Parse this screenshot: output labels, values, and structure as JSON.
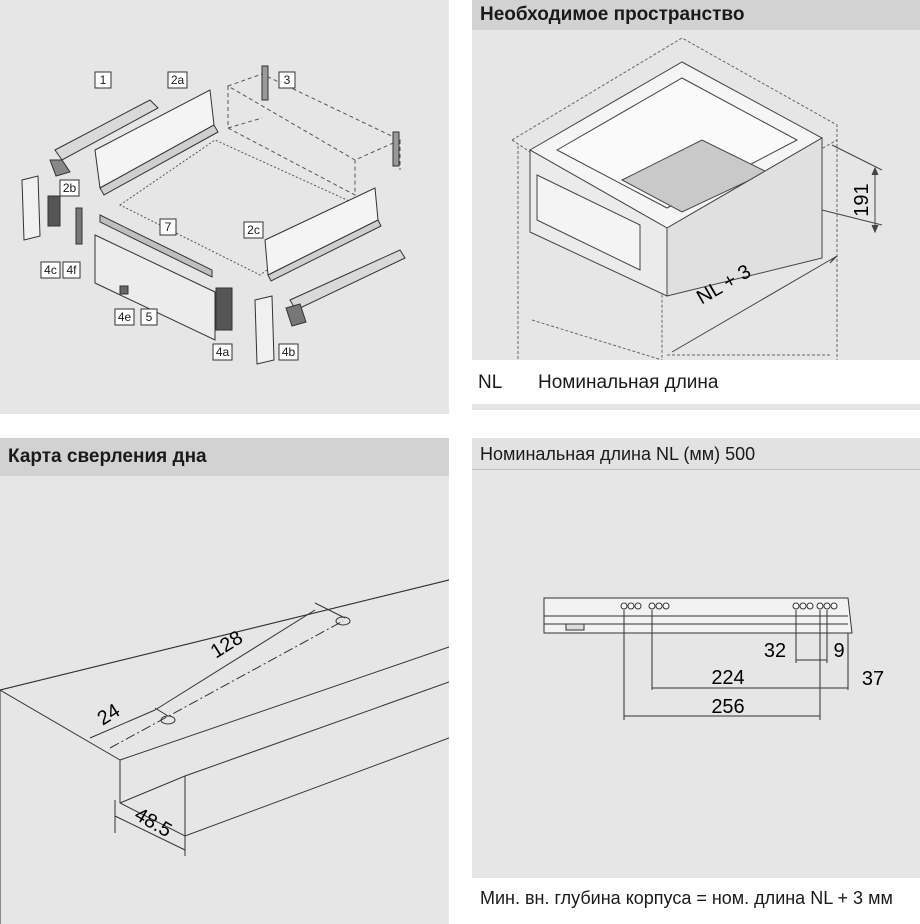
{
  "exploded_view": {
    "labels": [
      "1",
      "2a",
      "3",
      "2b",
      "4c",
      "4f",
      "7",
      "2c",
      "4e",
      "5",
      "4a",
      "4b"
    ]
  },
  "space_required": {
    "title": "Необходимое пространство",
    "height_dim": "191",
    "length_dim": "NL + 3",
    "legend_abbr": "NL",
    "legend_text": "Номинальная длина"
  },
  "drilling_map": {
    "title": "Карта сверления дна",
    "dims": {
      "d128": "128",
      "d24": "24",
      "d48": "48.5"
    }
  },
  "rail_detail": {
    "nominal_label": "Номинальная длина NL (мм)",
    "nominal_value": "500",
    "dims": {
      "d32": "32",
      "d9": "9",
      "d224": "224",
      "d37": "37",
      "d256": "256"
    },
    "footer": "Мин. вн. глубина корпуса = ном. длина NL + 3 мм"
  }
}
